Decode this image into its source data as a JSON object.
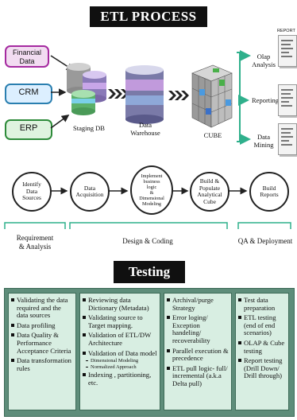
{
  "etl": {
    "title": "ETL PROCESS",
    "sources": [
      "Financial\nData",
      "CRM",
      "ERP"
    ],
    "staging_label": "Staging DB",
    "warehouse_label": "Data\nWarehouse",
    "cube_label": "CUBE",
    "reports_heading": "REPORT",
    "outputs": [
      "Olap\nAnalysis",
      "Reporting",
      "Data\nMining"
    ]
  },
  "lifecycle": {
    "steps": [
      "Identify\nData\nSources",
      "Data\nAcquisition",
      "Implement\nbusiness\nlogic\n&\nDimensional\nModeling",
      "Build &\nPopulate\nAnalytical\nCube",
      "Build\nReports"
    ],
    "phases": [
      "Requirement\n& Analysis",
      "Design & Coding",
      "QA & Deployment"
    ]
  },
  "testing": {
    "title": "Testing",
    "columns": [
      {
        "items": [
          {
            "text": "Validating the data required and the data sources"
          },
          {
            "text": "Data profiling"
          },
          {
            "text": "Data Quality & Performance Acceptance Criteria"
          },
          {
            "text": "Data transformation rules"
          }
        ]
      },
      {
        "items": [
          {
            "text": "Reviewing data Dictionary (Metadata)"
          },
          {
            "text": "Validating source to Target mapping."
          },
          {
            "text": "Validation of ETL/DW Architecture"
          },
          {
            "text": "Validation of Data model"
          },
          {
            "text": "Dimensional Modeling",
            "sub": true
          },
          {
            "text": "Normalized Approach",
            "sub": true
          },
          {
            "text": "Indexing , partitioning, etc."
          }
        ]
      },
      {
        "items": [
          {
            "text": "Archival/purge Strategy"
          },
          {
            "text": "Error loging/ Exception handeling/ recoverability"
          },
          {
            "text": "Parallel execution & precedence"
          },
          {
            "text": "ETL pull logic- full/ incremental (a.k.a Delta pull)"
          }
        ]
      },
      {
        "items": [
          {
            "text": "Test data preparation"
          },
          {
            "text": "ETL testing (end of end scenarios)"
          },
          {
            "text": "OLAP & Cube testing"
          },
          {
            "text": "Report testing (Drill Down/ Drill through)"
          }
        ]
      }
    ]
  },
  "colors": {
    "financial": "#a52aa0",
    "financial_bg": "#f2dcf1",
    "crm": "#2a7fb0",
    "crm_bg": "#dcefff",
    "erp": "#2e8b3a",
    "erp_bg": "#dff3df",
    "panel": "#5e8d7a",
    "column": "#d8eee2",
    "output_arrow": "#2fb08c",
    "bracket": "#2fb08c"
  }
}
